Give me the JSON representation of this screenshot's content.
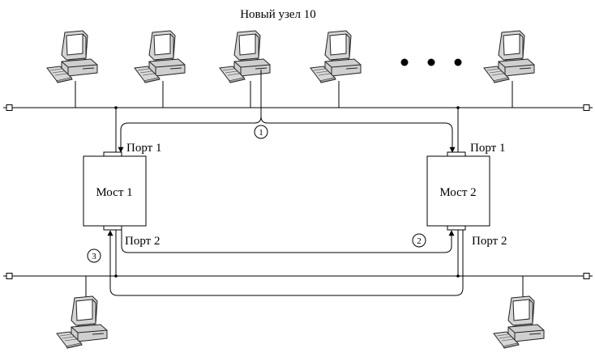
{
  "title": "Новый узел 10",
  "bridges": [
    {
      "name": "Мост 1",
      "port1": "Порт 1",
      "port2": "Порт 2"
    },
    {
      "name": "Мост 2",
      "port1": "Порт 1",
      "port2": "Порт 2"
    }
  ],
  "markers": [
    "1",
    "2",
    "3"
  ],
  "ellipsis_icon": "three-dots-icon",
  "computer_icon": "desktop-computer-icon",
  "connector_icon": "bus-terminator-icon"
}
